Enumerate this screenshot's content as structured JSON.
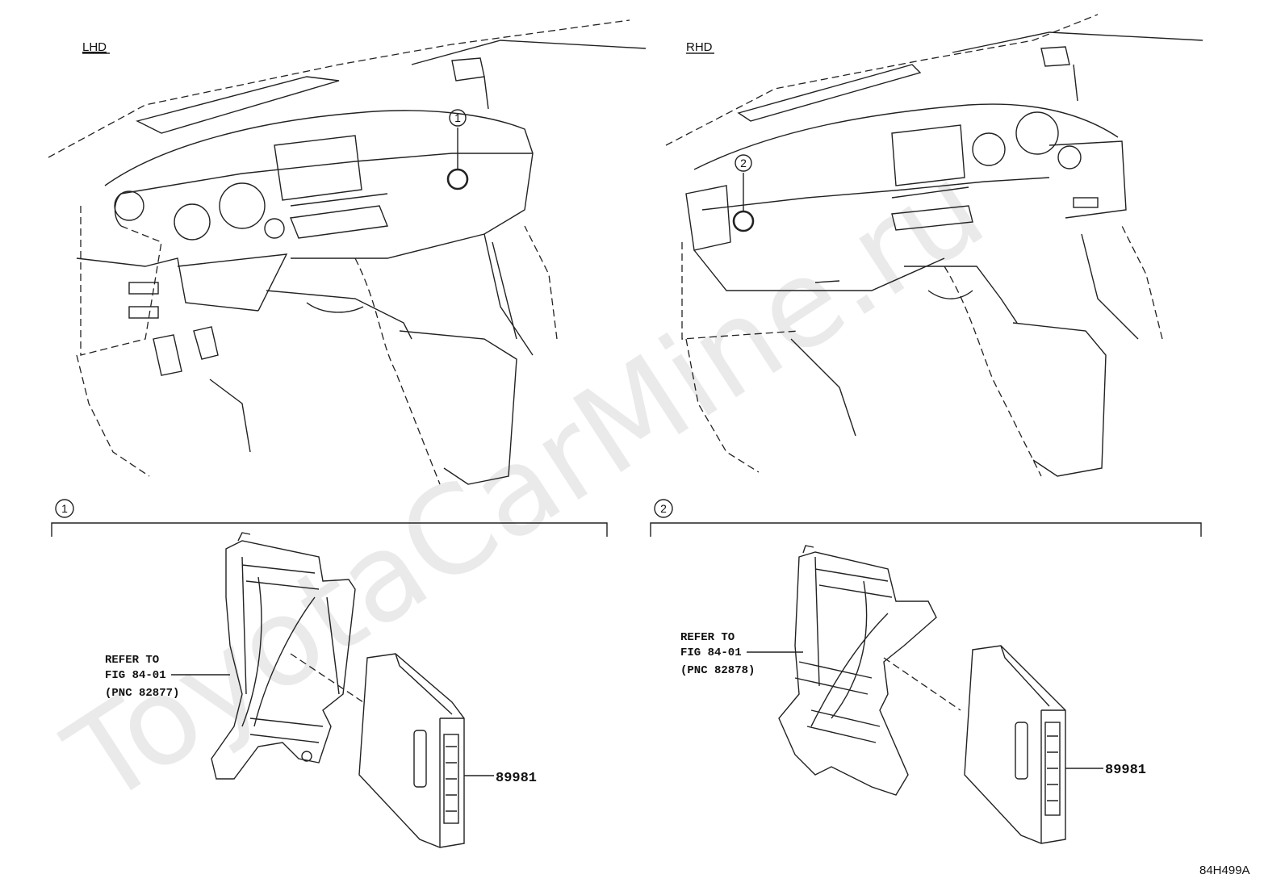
{
  "watermark": "ToyotaCarMine.ru",
  "views": [
    {
      "label": "LHD",
      "callout": "1"
    },
    {
      "label": "RHD",
      "callout": "2"
    }
  ],
  "details": [
    {
      "index": "1",
      "refer_line1": "REFER TO",
      "refer_line2": "FIG 84-01",
      "refer_line3": "(PNC 82877)",
      "part_number": "89981"
    },
    {
      "index": "2",
      "refer_line1": "REFER TO",
      "refer_line2": "FIG 84-01",
      "refer_line3": "(PNC 82878)",
      "part_number": "89981"
    }
  ],
  "figure_code": "84H499A"
}
